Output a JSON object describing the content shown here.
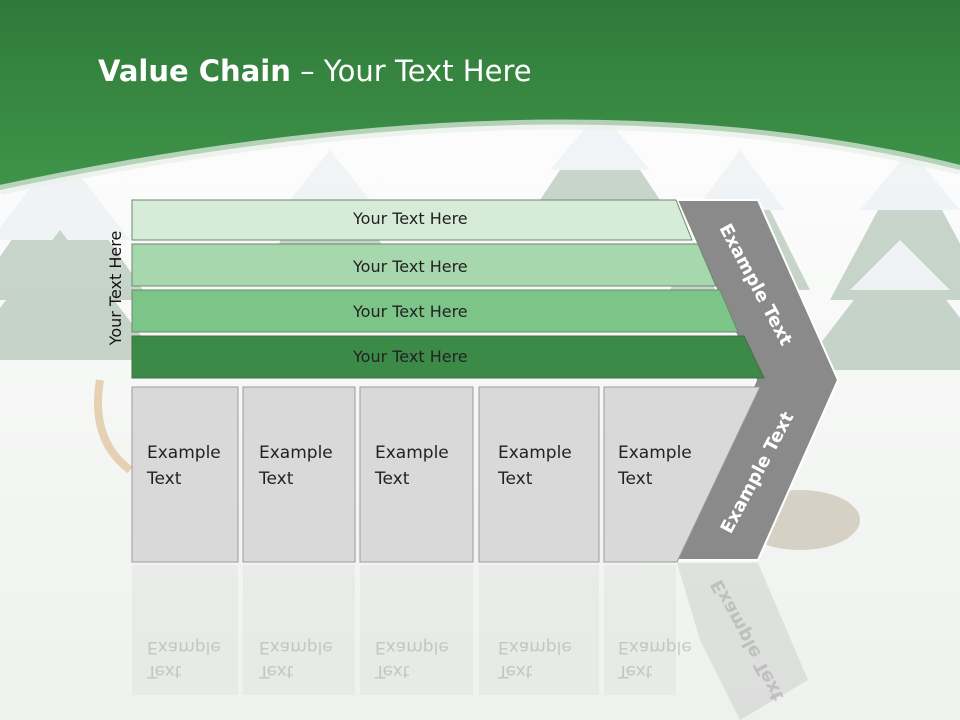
{
  "slide": {
    "title_bold": "Value Chain",
    "title_rest": " – Your Text Here",
    "side_label": "Your Text Here",
    "rows": [
      {
        "label": "Your Text Here",
        "color": "#d6ecd8"
      },
      {
        "label": "Your Text Here",
        "color": "#a7d8ad"
      },
      {
        "label": "Your Text Here",
        "color": "#7cc487"
      },
      {
        "label": "Your Text Here",
        "color": "#3c8a48"
      }
    ],
    "cells": [
      {
        "line1": "Example",
        "line2": "Text"
      },
      {
        "line1": "Example",
        "line2": "Text"
      },
      {
        "line1": "Example",
        "line2": "Text"
      },
      {
        "line1": "Example",
        "line2": "Text"
      },
      {
        "line1": "Example",
        "line2": "Text"
      }
    ],
    "chevron_top": "Example Text",
    "chevron_bottom": "Example Text",
    "colors": {
      "header_green": "#3d8f46",
      "chevron_gray": "#8a8a8a",
      "cell_gray": "#d9d9d9"
    }
  }
}
